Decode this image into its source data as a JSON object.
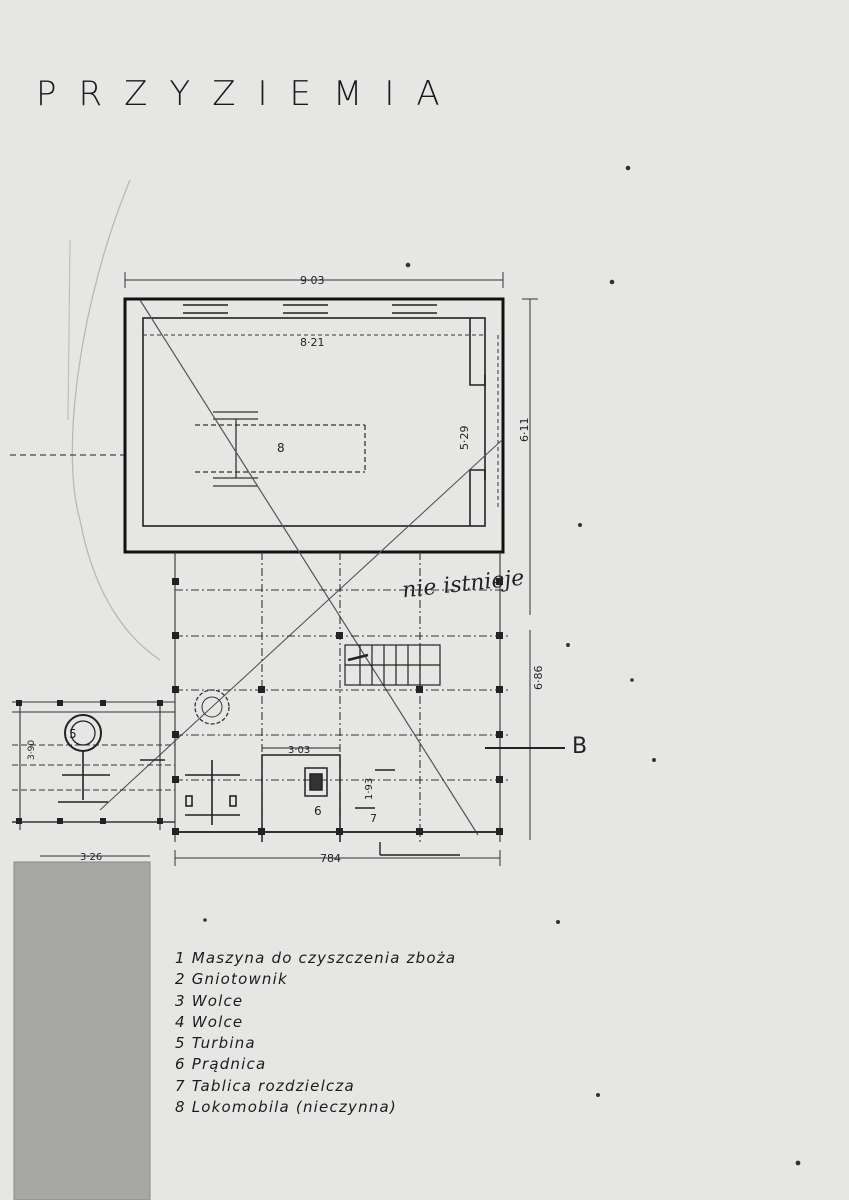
{
  "title": "PRZYZIEMIA",
  "note": "nie istnieje",
  "section_marker": "B",
  "dimensions": {
    "top_outer": "9·03",
    "top_inner": "8·21",
    "right_inner": "5·29",
    "right_outer": "6·11",
    "right_lower": "6·86",
    "room6_width": "3·03",
    "room7_height": "1·93",
    "bottom": "784",
    "left_height": "3·90",
    "left_width": "3·26"
  },
  "labels": {
    "n5": "5",
    "n6": "6",
    "n7": "7",
    "n8": "8"
  },
  "legend": [
    "1 Maszyna do czyszczenia zboża",
    "2 Gniotownik",
    "3 Wolce",
    "4 Wolce",
    "5 Turbina",
    "6 Prądnica",
    "7 Tablica rozdzielcza",
    "8 Lokomobila (nieczynna)"
  ]
}
